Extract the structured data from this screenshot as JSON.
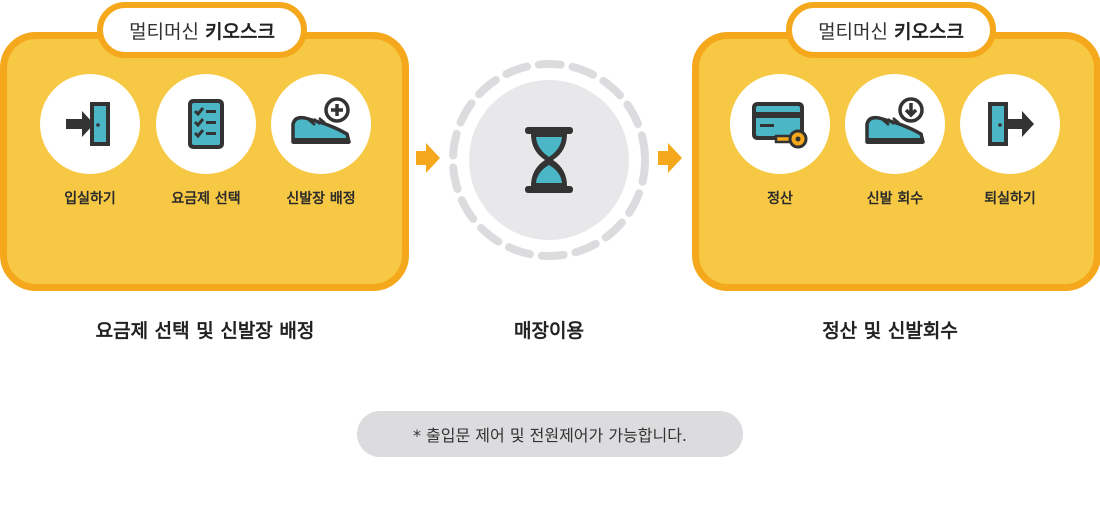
{
  "colors": {
    "panel_fill": "#f6c844",
    "panel_border": "#f5a81c",
    "icon_teal": "#4bb6c6",
    "icon_outline": "#333333",
    "ring_gray": "#dcdcdf"
  },
  "left_panel": {
    "tag_light": "멀티머신",
    "tag_bold": "키오스크",
    "items": [
      {
        "label": "입실하기",
        "icon": "enter-door-icon"
      },
      {
        "label": "요금제 선택",
        "icon": "checklist-icon"
      },
      {
        "label": "신발장 배정",
        "icon": "sneaker-plus-icon"
      }
    ]
  },
  "middle": {
    "icon": "hourglass-icon"
  },
  "right_panel": {
    "tag_light": "멀티머신",
    "tag_bold": "키오스크",
    "items": [
      {
        "label": "정산",
        "icon": "card-key-icon"
      },
      {
        "label": "신발 회수",
        "icon": "sneaker-down-icon"
      },
      {
        "label": "퇴실하기",
        "icon": "exit-door-icon"
      }
    ]
  },
  "captions": [
    "요금제 선택 및 신발장 배정",
    "매장이용",
    "정산 및 신발회수"
  ],
  "note": "* 출입문 제어 및 전원제어가 가능합니다."
}
